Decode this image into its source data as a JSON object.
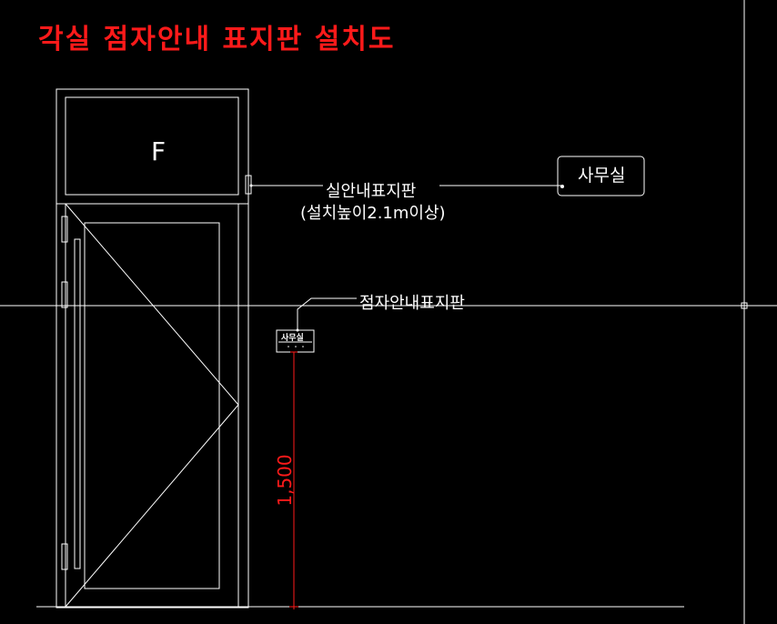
{
  "title": "각실 점자안내 표지판 설치도",
  "colors": {
    "background": "#000000",
    "lines": "#ffffff",
    "title": "#ff1a1a",
    "dimension": "#ff1a1a"
  },
  "door": {
    "transom_label": "F"
  },
  "room_sign": {
    "label": "실안내표지판",
    "height_note": "(설치높이2.1m이상)",
    "sign_text": "사무실"
  },
  "braille_sign": {
    "label": "점자안내표지판",
    "sign_text": "사무실"
  },
  "dimension": {
    "height_value": "1,500"
  }
}
